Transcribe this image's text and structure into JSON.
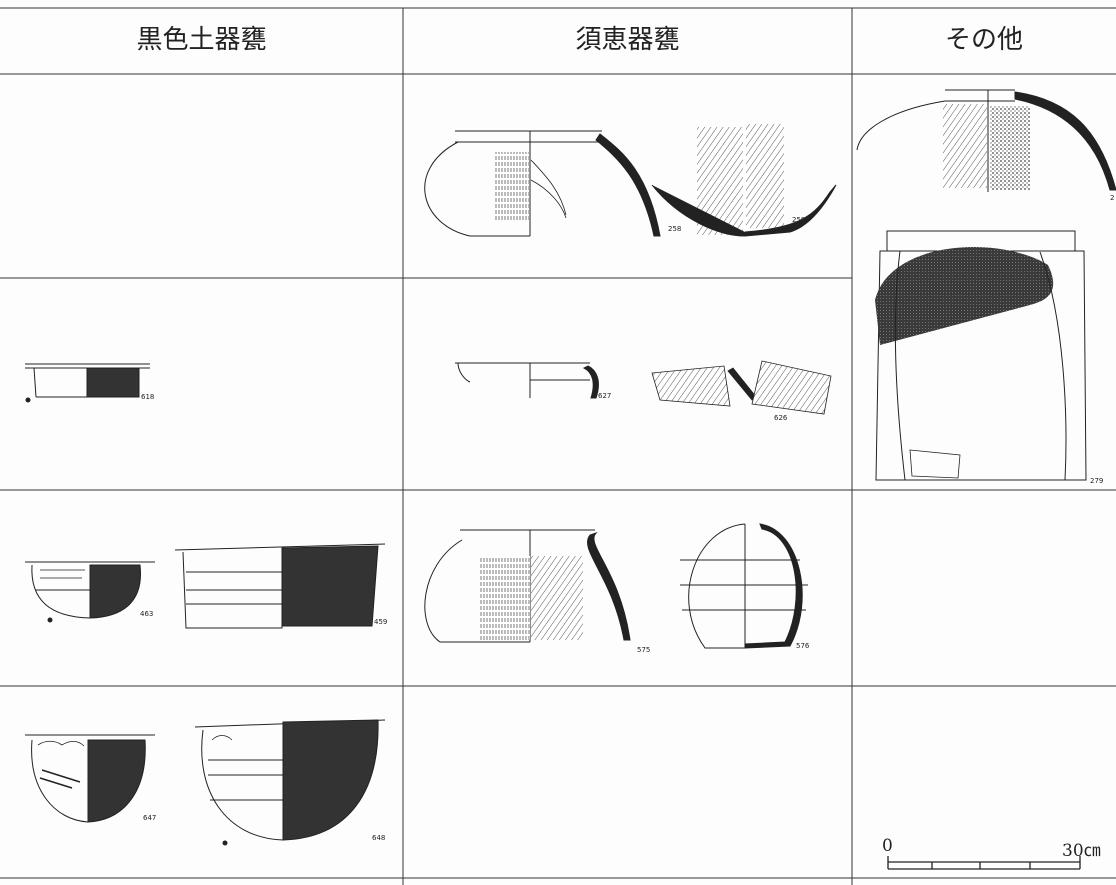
{
  "table": {
    "headers": [
      "黒色土器甕",
      "須恵器甕",
      "その他"
    ]
  },
  "figures": {
    "n258": "258",
    "n259": "259",
    "n279": "279",
    "n618": "618",
    "n627": "627",
    "n626": "626",
    "n463": "463",
    "n459": "459",
    "n575": "575",
    "n576": "576",
    "n647": "647",
    "n648": "648",
    "n27x": "2"
  },
  "scale": {
    "zero": "0",
    "max": "30㎝"
  }
}
